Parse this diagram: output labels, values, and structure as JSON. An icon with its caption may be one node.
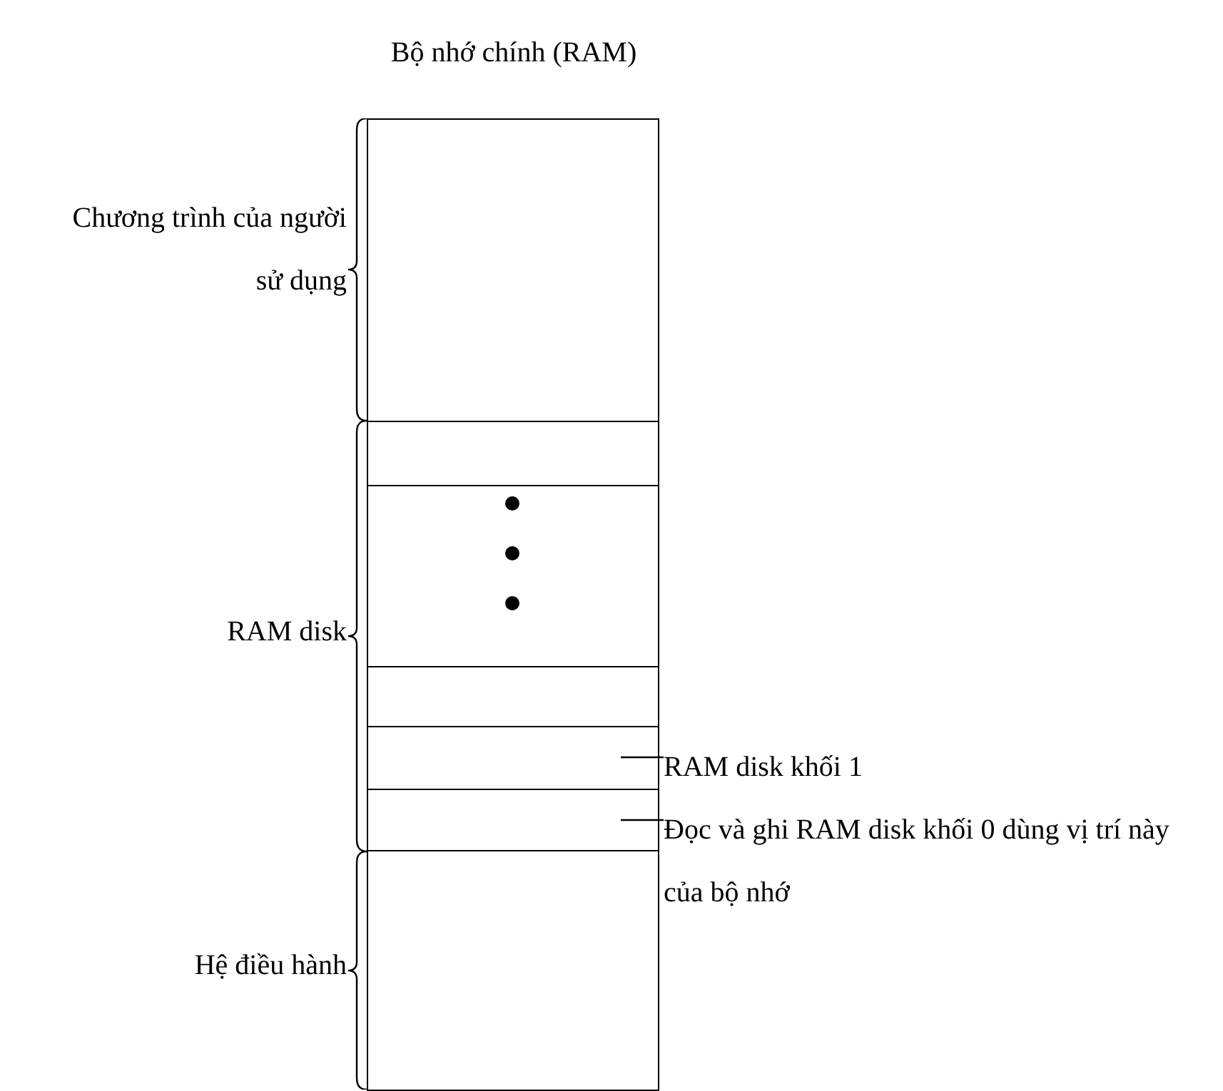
{
  "diagram": {
    "title": "Bộ nhớ chính (RAM)",
    "nodes": [
      {
        "text": [],
        "shape": "box"
      },
      {
        "text": [],
        "shape": "box",
        "beside": [
          "Chương trình của người sử dụng"
        ]
      },
      {
        "text": [],
        "shape": "box",
        "beside": [
          "RAM disk"
        ]
      },
      {
        "text": [],
        "shape": "box",
        "in": 2
      },
      {
        "text": [],
        "shape": "box",
        "in": 2
      },
      {
        "text": [],
        "shape": "box",
        "in": 2
      },
      {
        "text": [],
        "shape": "box",
        "in": 2
      },
      {
        "text": [],
        "shape": "box",
        "in": 2
      },
      {
        "text": [],
        "shape": "box",
        "beside": [
          "Hệ điều hành"
        ]
      },
      {
        "text": [
          "RAM disk khối 1"
        ]
      },
      {
        "text": [
          "Đọc và ghi RAM disk khối 0 dùng vị trí này của bộ nhớ"
        ]
      }
    ],
    "edges": [
      {
        "from": 9,
        "to": 6,
        "arrow": "none"
      },
      {
        "from": 10,
        "to": 7,
        "arrow": "none"
      }
    ]
  }
}
